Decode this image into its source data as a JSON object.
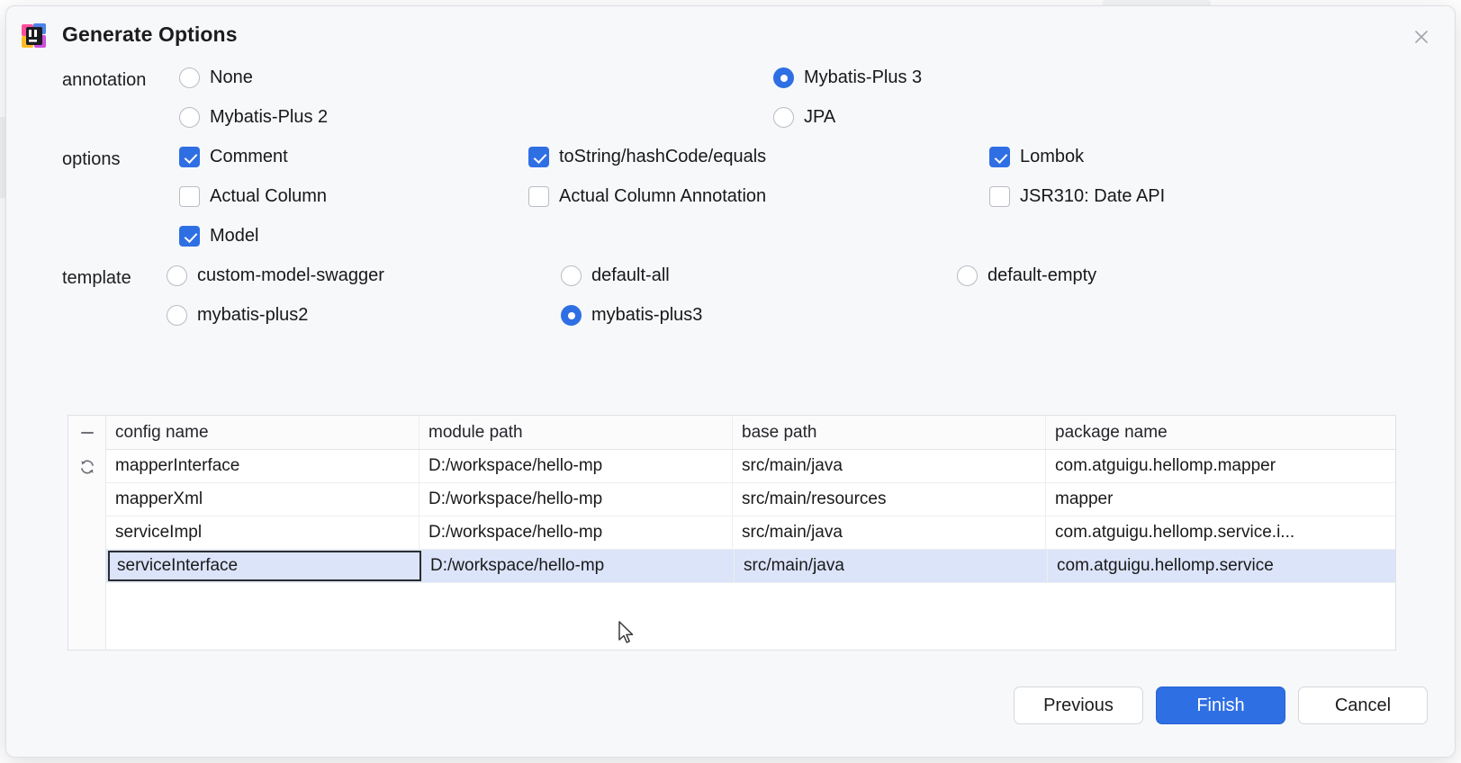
{
  "window": {
    "title": "Generate Options",
    "app_icon": "intellij-idea-icon",
    "close_icon": "close-icon"
  },
  "form": {
    "annotation": {
      "label": "annotation",
      "options": [
        {
          "label": "None",
          "checked": false
        },
        {
          "label": "Mybatis-Plus 3",
          "checked": true
        },
        {
          "label": "Mybatis-Plus 2",
          "checked": false
        },
        {
          "label": "JPA",
          "checked": false
        }
      ]
    },
    "options": {
      "label": "options",
      "items": [
        {
          "label": "Comment",
          "checked": true
        },
        {
          "label": "toString/hashCode/equals",
          "checked": true
        },
        {
          "label": "Lombok",
          "checked": true
        },
        {
          "label": "Actual Column",
          "checked": false
        },
        {
          "label": "Actual Column Annotation",
          "checked": false
        },
        {
          "label": "JSR310: Date API",
          "checked": false
        },
        {
          "label": "Model",
          "checked": true
        }
      ]
    },
    "template": {
      "label": "template",
      "options": [
        {
          "label": "custom-model-swagger",
          "checked": false
        },
        {
          "label": "default-all",
          "checked": false
        },
        {
          "label": "default-empty",
          "checked": false
        },
        {
          "label": "mybatis-plus2",
          "checked": false
        },
        {
          "label": "mybatis-plus3",
          "checked": true
        }
      ]
    }
  },
  "table": {
    "gutter_icons": [
      "minus-icon",
      "refresh-icon"
    ],
    "columns": [
      "config name",
      "module path",
      "base path",
      "package name"
    ],
    "rows": [
      {
        "config_name": "mapperInterface",
        "module_path": "D:/workspace/hello-mp",
        "base_path": "src/main/java",
        "package_name": "com.atguigu.hellomp.mapper",
        "selected": false,
        "editing": false
      },
      {
        "config_name": "mapperXml",
        "module_path": "D:/workspace/hello-mp",
        "base_path": "src/main/resources",
        "package_name": "mapper",
        "selected": false,
        "editing": false
      },
      {
        "config_name": "serviceImpl",
        "module_path": "D:/workspace/hello-mp",
        "base_path": "src/main/java",
        "package_name": "com.atguigu.hellomp.service.i...",
        "selected": false,
        "editing": false
      },
      {
        "config_name": "serviceInterface",
        "module_path": "D:/workspace/hello-mp",
        "base_path": "src/main/java",
        "package_name": "com.atguigu.hellomp.service",
        "selected": true,
        "editing": true
      }
    ]
  },
  "footer": {
    "previous_label": "Previous",
    "finish_label": "Finish",
    "cancel_label": "Cancel"
  },
  "colors": {
    "accent": "#2f6fe4",
    "dialog_bg": "#f7f8fa",
    "selection_bg": "#dbe4f8"
  }
}
